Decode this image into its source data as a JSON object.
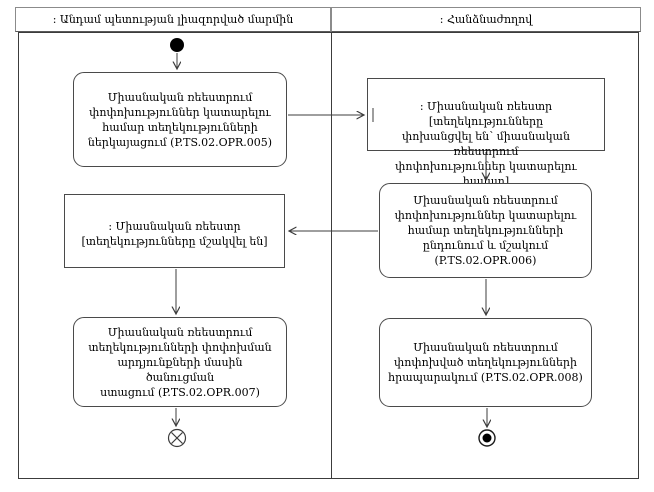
{
  "diagram": {
    "kind": "uml-activity-swimlane",
    "lanes": [
      {
        "title": ": Անդամ պետության լիազորված մարմին"
      },
      {
        "title": ": Հանձնաժողով"
      }
    ],
    "nodes": {
      "submit": {
        "label": "Միասնական ռեեստրում\nփոփոխություններ կատարելու\nհամար տեղեկությունների\nներկայացում (P.TS.02.OPR.005)"
      },
      "object_transferred": {
        "label": ": Միասնական ռեեստր [տեղեկությունները\nփոխանցվել են՝ միասնական ռեեստրում\nփոփոխություններ կատարելու համար]"
      },
      "receive_process": {
        "label": "Միասնական ռեեստրում\nփոփոխություններ կատարելու\nհամար տեղեկությունների\nընդունում և մշակում\n(P.TS.02.OPR.006)"
      },
      "object_processed": {
        "label": ": Միասնական ռեեստր\n[տեղեկությունները մշակվել են]"
      },
      "receive_notification": {
        "label": "Միասնական ռեեստրում\nտեղեկությունների փոփոխման\nարդյունքների մասին ծանուցման\nստացում (P.TS.02.OPR.007)"
      },
      "publish": {
        "label": "Միասնական ռեեստրում\nփոփոխված տեղեկությունների\nհրապարակում (P.TS.02.OPR.008)"
      }
    },
    "colors": {
      "line": "#3c3c3c",
      "node_border": "#4a4a4a",
      "node_fill": "#ffffff",
      "text": "#000000",
      "background": "#ffffff"
    }
  }
}
